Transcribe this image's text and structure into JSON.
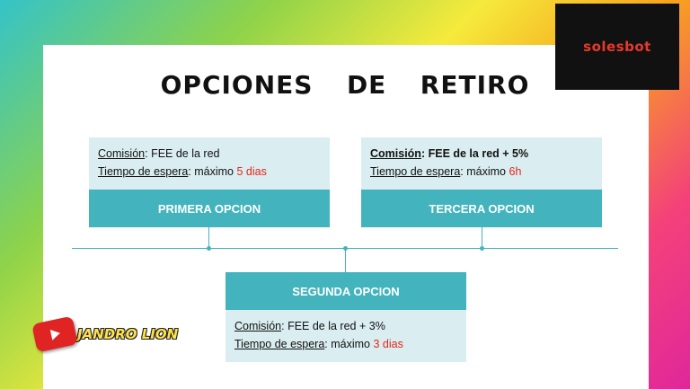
{
  "title": "OPCIONES  DE  RETIRO",
  "logo": {
    "text_part1": "so",
    "text_part2": "lesbot",
    "color": "#e8392b"
  },
  "labels": {
    "commission": "Comisión",
    "wait": "Tiempo de espera",
    "wait_prefix": "máximo"
  },
  "options": {
    "first": {
      "name": "PRIMERA OPCION",
      "commission_value": "FEE de la red",
      "wait_value": "5 dias"
    },
    "second": {
      "name": "SEGUNDA OPCION",
      "commission_value": "FEE de la red + 3%",
      "wait_value": "3 dias"
    },
    "third": {
      "name": "TERCERA OPCION",
      "commission_value": "FEE de la red + 5%",
      "wait_value": "6h"
    }
  },
  "brand": {
    "name": "JANDRO LION",
    "icon": "youtube-play-icon"
  },
  "colors": {
    "teal": "#43b3bd",
    "light_teal": "#daedf0",
    "highlight_red": "#e8251c"
  }
}
